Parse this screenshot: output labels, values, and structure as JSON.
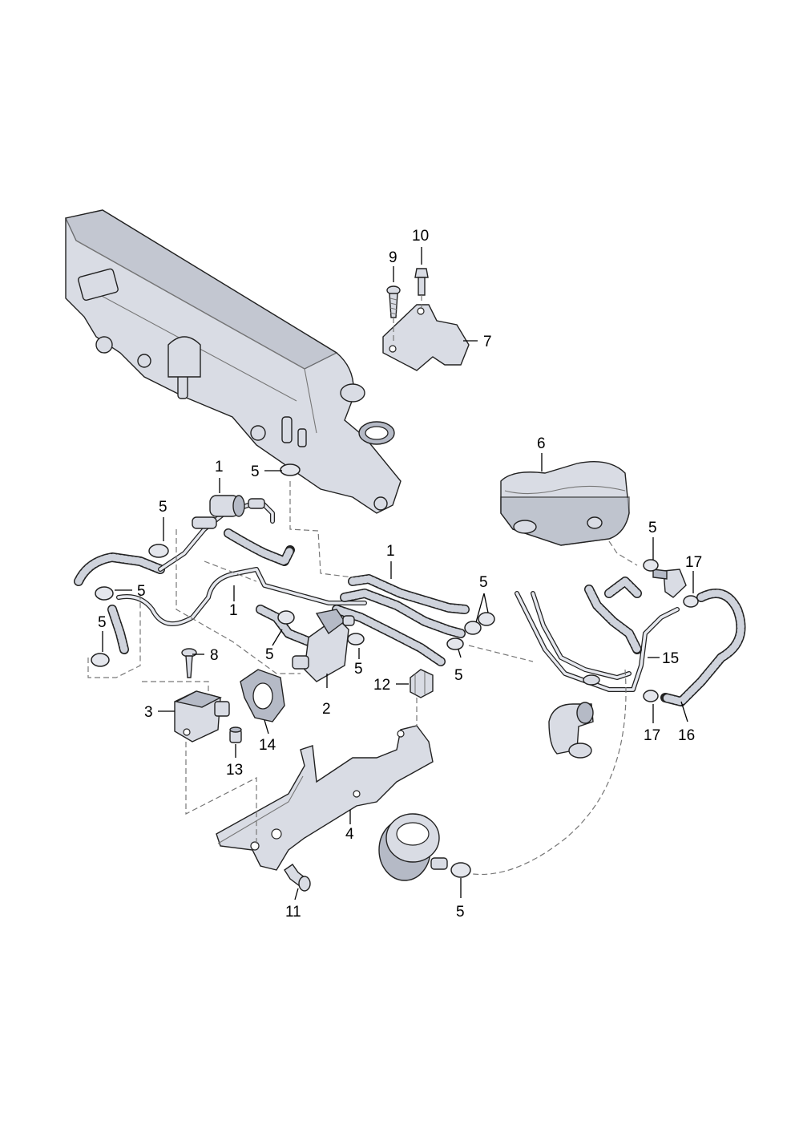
{
  "diagram": {
    "labels": [
      {
        "id": "l1a",
        "text": "1"
      },
      {
        "id": "l1b",
        "text": "1"
      },
      {
        "id": "l1c",
        "text": "1"
      },
      {
        "id": "l2",
        "text": "2"
      },
      {
        "id": "l3",
        "text": "3"
      },
      {
        "id": "l4",
        "text": "4"
      },
      {
        "id": "l5a",
        "text": "5"
      },
      {
        "id": "l5b",
        "text": "5"
      },
      {
        "id": "l5c",
        "text": "5"
      },
      {
        "id": "l5d",
        "text": "5"
      },
      {
        "id": "l5e",
        "text": "5"
      },
      {
        "id": "l5f",
        "text": "5"
      },
      {
        "id": "l5g",
        "text": "5"
      },
      {
        "id": "l5h",
        "text": "5"
      },
      {
        "id": "l5i",
        "text": "5"
      },
      {
        "id": "l5j",
        "text": "5"
      },
      {
        "id": "l6",
        "text": "6"
      },
      {
        "id": "l7",
        "text": "7"
      },
      {
        "id": "l8",
        "text": "8"
      },
      {
        "id": "l9",
        "text": "9"
      },
      {
        "id": "l10",
        "text": "10"
      },
      {
        "id": "l11",
        "text": "11"
      },
      {
        "id": "l12",
        "text": "12"
      },
      {
        "id": "l13",
        "text": "13"
      },
      {
        "id": "l14",
        "text": "14"
      },
      {
        "id": "l15",
        "text": "15"
      },
      {
        "id": "l16",
        "text": "16"
      },
      {
        "id": "l17a",
        "text": "17"
      },
      {
        "id": "l17b",
        "text": "17"
      }
    ]
  }
}
